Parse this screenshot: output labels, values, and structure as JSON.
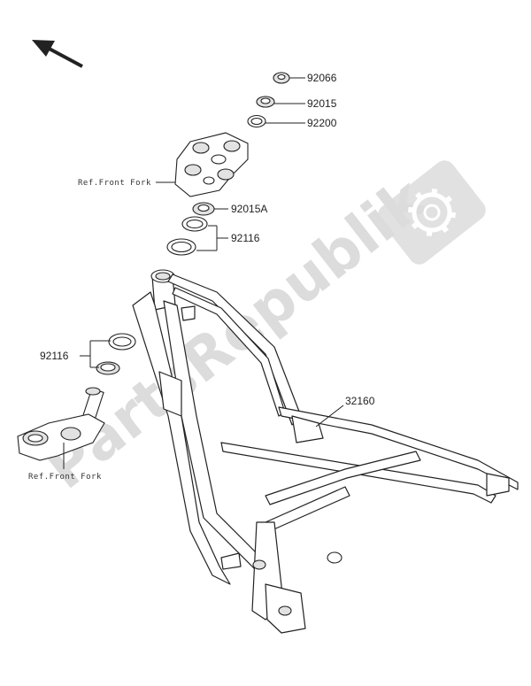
{
  "diagram": {
    "part_labels": {
      "p92066": "92066",
      "p92015": "92015",
      "p92200": "92200",
      "p92015A": "92015A",
      "p92116_upper": "92116",
      "p92116_lower": "92116",
      "p32160": "32160"
    },
    "ref_labels": {
      "upper": "Ref.Front Fork",
      "lower": "Ref.Front Fork"
    },
    "watermark": {
      "text": "PartsRepublik",
      "icon": "gear-icon"
    },
    "direction_icon": "arrow-front-left-icon",
    "colors": {
      "line": "#222222",
      "watermark": "#d6d6d6",
      "background": "#ffffff"
    }
  }
}
